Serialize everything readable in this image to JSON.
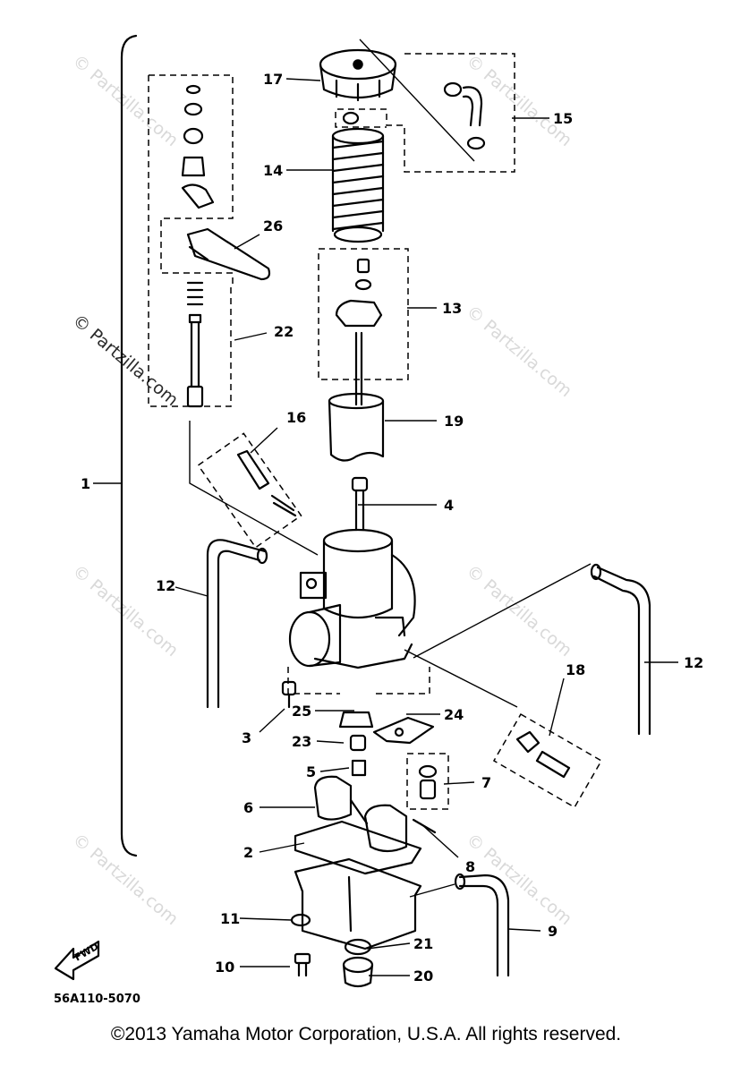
{
  "watermark": "© Partzilla.com",
  "drawing_code": "56A110-5070",
  "fwd_label": "FWD",
  "copyright": "©2013 Yamaha Motor Corporation, U.S.A. All rights reserved.",
  "callouts": {
    "c1": "1",
    "c2": "2",
    "c3": "3",
    "c4": "4",
    "c5": "5",
    "c6": "6",
    "c7": "7",
    "c8": "8",
    "c9": "9",
    "c10": "10",
    "c11": "11",
    "c12a": "12",
    "c12b": "12",
    "c13": "13",
    "c14": "14",
    "c15": "15",
    "c16": "16",
    "c17": "17",
    "c18": "18",
    "c19": "19",
    "c20": "20",
    "c21": "21",
    "c22": "22",
    "c23": "23",
    "c24": "24",
    "c25": "25",
    "c26": "26"
  }
}
